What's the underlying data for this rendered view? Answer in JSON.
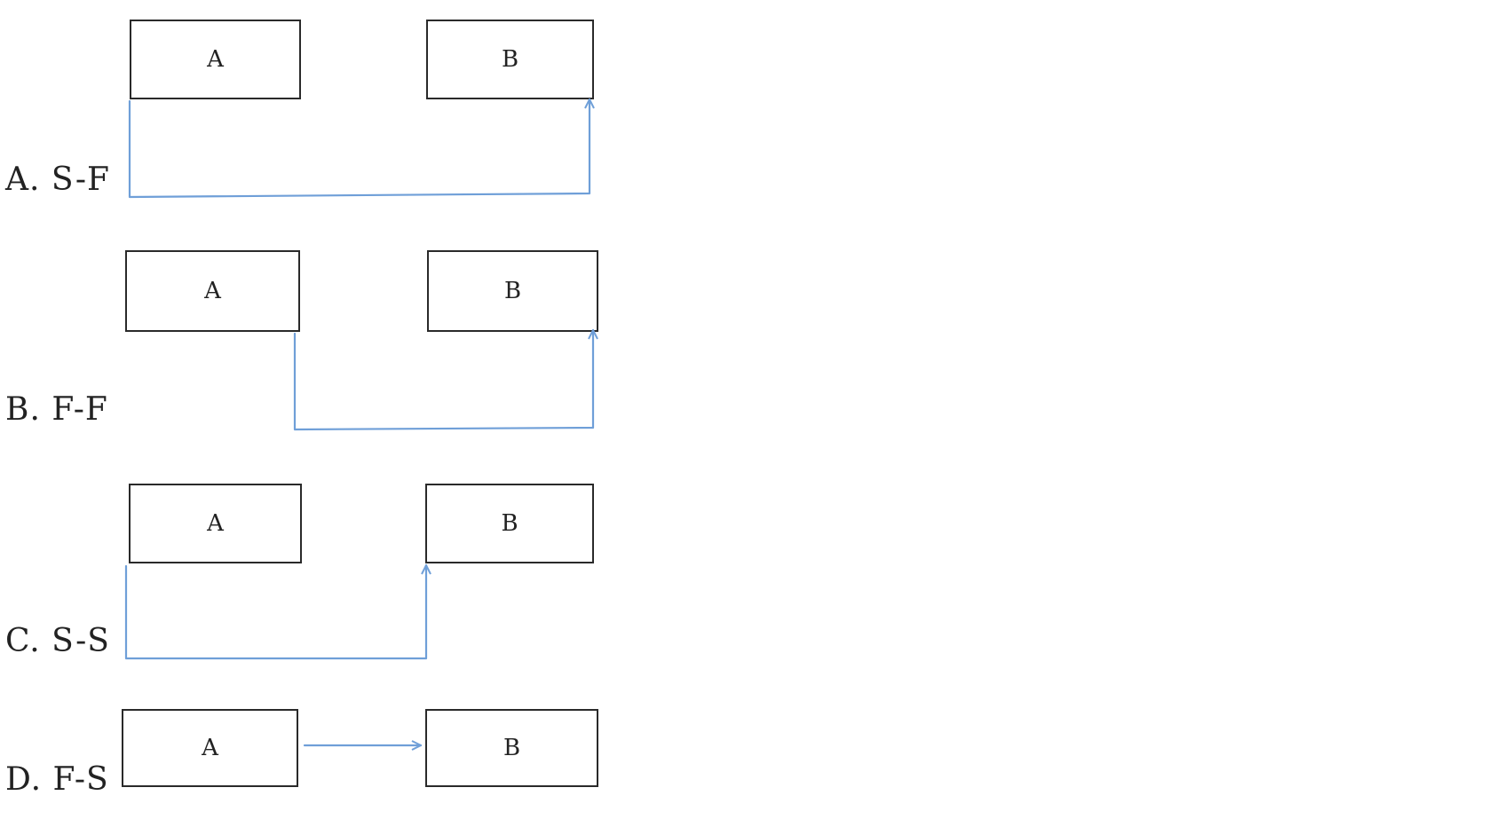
{
  "colors": {
    "connector": "#6f9fd8",
    "box_border": "#2a2a2a",
    "text": "#222222"
  },
  "options": [
    {
      "label": "A. S-F",
      "box_a": "A",
      "box_b": "B",
      "relation": "start-to-finish"
    },
    {
      "label": "B. F-F",
      "box_a": "A",
      "box_b": "B",
      "relation": "finish-to-finish"
    },
    {
      "label": "C. S-S",
      "box_a": "A",
      "box_b": "B",
      "relation": "start-to-start"
    },
    {
      "label": "D. F-S",
      "box_a": "A",
      "box_b": "B",
      "relation": "finish-to-start"
    }
  ]
}
